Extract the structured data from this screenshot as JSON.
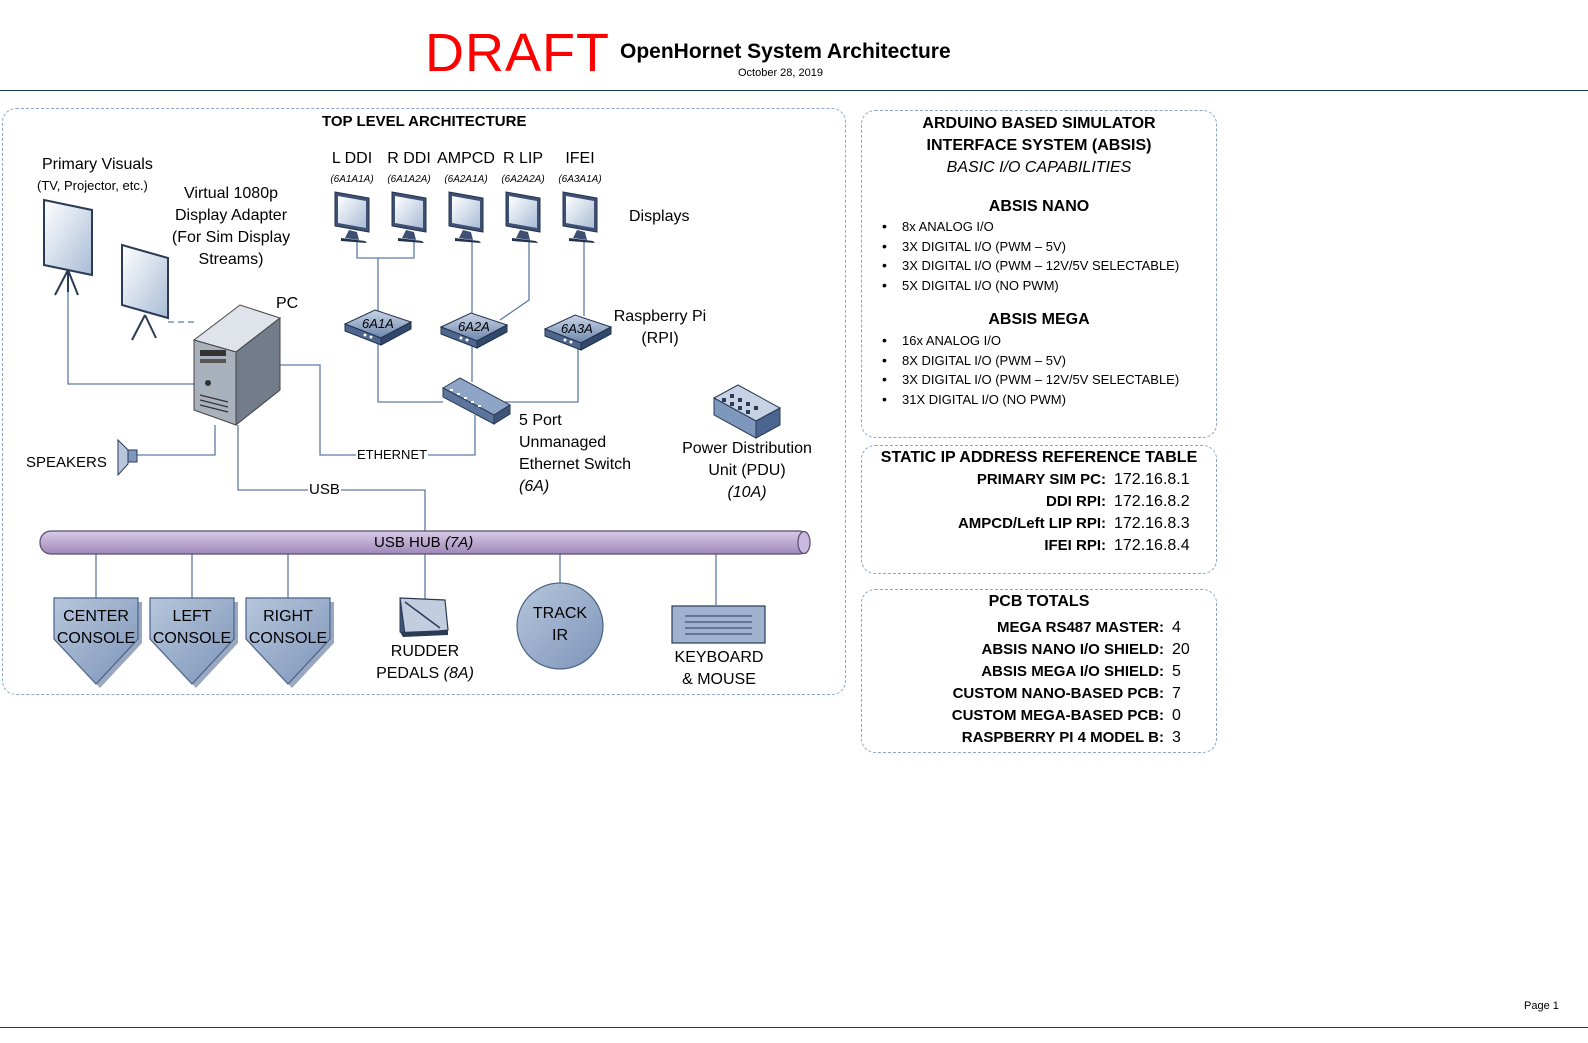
{
  "header": {
    "draft": "DRAFT",
    "title": "OpenHornet System Architecture",
    "date": "October 28, 2019"
  },
  "top_level": {
    "title": "TOP LEVEL ARCHITECTURE",
    "primary_visuals": "Primary Visuals",
    "primary_visuals_sub": "(TV, Projector, etc.)",
    "virtual_adapter": [
      "Virtual 1080p",
      "Display Adapter",
      "(For Sim Display",
      "Streams)"
    ],
    "pc": "PC",
    "speakers": "SPEAKERS",
    "ethernet": "ETHERNET",
    "usb": "USB",
    "usb_hub": "USB HUB",
    "usb_hub_id": "(7A)",
    "displays_label": "Displays",
    "displays": [
      {
        "name": "L DDI",
        "id": "(6A1A1A)"
      },
      {
        "name": "R DDI",
        "id": "(6A1A2A)"
      },
      {
        "name": "AMPCD",
        "id": "(6A2A1A)"
      },
      {
        "name": "R LIP",
        "id": "(6A2A2A)"
      },
      {
        "name": "IFEI",
        "id": "(6A3A1A)"
      }
    ],
    "rpis": [
      "6A1A",
      "6A2A",
      "6A3A"
    ],
    "rpi_label": [
      "Raspberry Pi",
      "(RPI)"
    ],
    "switch_label": [
      "5 Port",
      "Unmanaged",
      "Ethernet Switch"
    ],
    "switch_id": "(6A)",
    "pdu_label": [
      "Power Distribution",
      "Unit (PDU)"
    ],
    "pdu_id": "(10A)",
    "consoles": [
      {
        "line1": "CENTER",
        "line2": "CONSOLE"
      },
      {
        "line1": "LEFT",
        "line2": "CONSOLE"
      },
      {
        "line1": "RIGHT",
        "line2": "CONSOLE"
      }
    ],
    "rudder": "RUDDER",
    "rudder2": "PEDALS",
    "rudder_id": "(8A)",
    "trackir": [
      "TRACK",
      "IR"
    ],
    "keyboard": [
      "KEYBOARD",
      "& MOUSE"
    ]
  },
  "absis": {
    "title1": "ARDUINO BASED SIMULATOR",
    "title2": "INTERFACE SYSTEM (ABSIS)",
    "subtitle": "BASIC I/O CAPABILITIES",
    "nano_title": "ABSIS NANO",
    "nano_items": [
      "8x ANALOG I/O",
      "3X DIGITAL I/O (PWM – 5V)",
      "3X DIGITAL I/O (PWM – 12V/5V SELECTABLE)",
      "5X DIGITAL I/O (NO PWM)"
    ],
    "mega_title": "ABSIS MEGA",
    "mega_items": [
      "16x ANALOG I/O",
      "8X DIGITAL I/O (PWM – 5V)",
      "3X DIGITAL I/O (PWM – 12V/5V SELECTABLE)",
      "31X DIGITAL I/O (NO PWM)"
    ]
  },
  "ip_table": {
    "title": "STATIC IP ADDRESS REFERENCE TABLE",
    "rows": [
      {
        "key": "PRIMARY SIM PC:",
        "value": "172.16.8.1"
      },
      {
        "key": "DDI RPI:",
        "value": "172.16.8.2"
      },
      {
        "key": "AMPCD/Left LIP RPI:",
        "value": "172.16.8.3"
      },
      {
        "key": "IFEI RPI:",
        "value": "172.16.8.4"
      }
    ]
  },
  "pcb": {
    "title": "PCB TOTALS",
    "rows": [
      {
        "key": "MEGA RS487 MASTER:",
        "value": "4"
      },
      {
        "key": "ABSIS NANO I/O SHIELD:",
        "value": "20"
      },
      {
        "key": "ABSIS MEGA I/O SHIELD:",
        "value": "5"
      },
      {
        "key": "CUSTOM NANO-BASED PCB:",
        "value": "7"
      },
      {
        "key": "CUSTOM MEGA-BASED PCB:",
        "value": "0"
      },
      {
        "key": "RASPBERRY PI 4 MODEL B:",
        "value": "3"
      }
    ]
  },
  "footer": {
    "page": "Page 1"
  },
  "colors": {
    "draft": "#ff0000",
    "hub": "#b6a4c9",
    "device": "#7e97bd",
    "box_border": "#8aa6c8"
  }
}
